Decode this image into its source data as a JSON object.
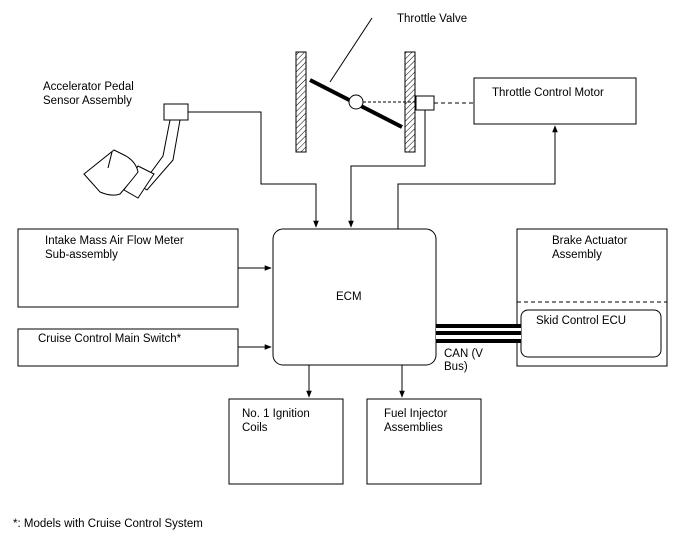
{
  "labels": {
    "throttle_valve": "Throttle Valve",
    "accel_pedal_line1": "Accelerator Pedal",
    "accel_pedal_line2": "Sensor Assembly",
    "throttle_motor": "Throttle Control Motor",
    "maf_line1": "Intake Mass Air Flow Meter",
    "maf_line2": "Sub-assembly",
    "ecm": "ECM",
    "brake_actuator_line1": "Brake Actuator",
    "brake_actuator_line2": "Assembly",
    "skid_ecu": "Skid Control ECU",
    "cruise_switch": "Cruise Control Main Switch*",
    "can_line1": "CAN (V",
    "can_line2": "Bus)",
    "ignition_line1": "No. 1 Ignition",
    "ignition_line2": "Coils",
    "injector_line1": "Fuel Injector",
    "injector_line2": "Assemblies"
  },
  "footnote": "*: Models with Cruise Control System"
}
